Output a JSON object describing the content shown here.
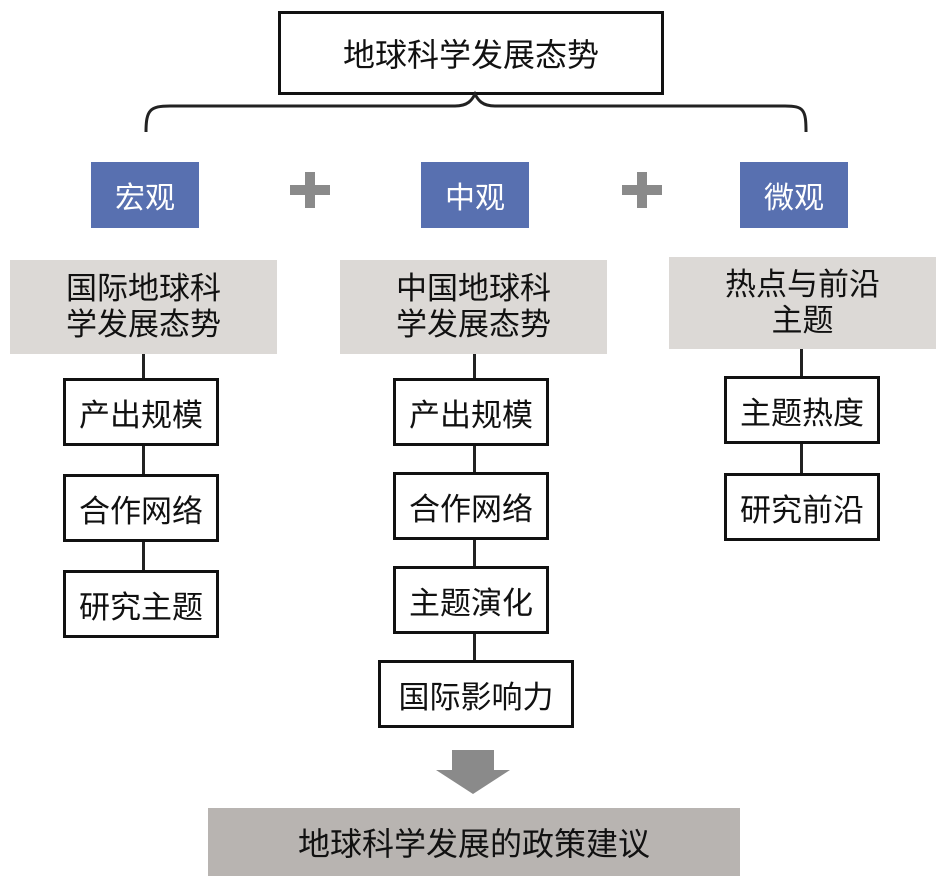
{
  "title": "地球科学发展态势",
  "levels": [
    "宏观",
    "中观",
    "微观"
  ],
  "columns": [
    {
      "category_line1": "国际地球科",
      "category_line2": "学发展态势",
      "items": [
        "产出规模",
        "合作网络",
        "研究主题"
      ]
    },
    {
      "category_line1": "中国地球科",
      "category_line2": "学发展态势",
      "items": [
        "产出规模",
        "合作网络",
        "主题演化",
        "国际影响力"
      ]
    },
    {
      "category_line1": "热点与前沿",
      "category_line2": "主题",
      "items": [
        "主题热度",
        "研究前沿"
      ]
    }
  ],
  "conclusion": "地球科学发展的政策建议",
  "colors": {
    "level_fill": "#5870b0",
    "category_fill": "#dcd9d6",
    "conclusion_fill": "#b8b4b1",
    "connector": "#8a8a8a"
  }
}
